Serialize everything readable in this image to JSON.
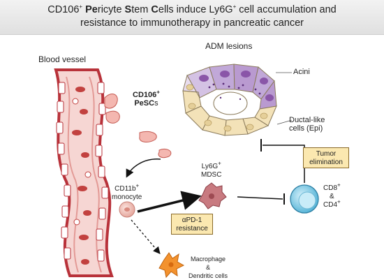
{
  "title": {
    "line1_parts": [
      "CD106",
      "+",
      " ",
      "Pe",
      "ricyte ",
      "S",
      "tem ",
      "C",
      "ells induce Ly6G",
      "+",
      " cell accumulation and"
    ],
    "line2": "resistance to immunotherapy in pancreatic cancer"
  },
  "labels": {
    "blood_vessel": "Blood vessel",
    "adm_lesions": "ADM lesions",
    "acini": "Acini",
    "ductal_like_1": "Ductal-like",
    "ductal_like_2": "cells (Epi)",
    "pescs_1": "CD106",
    "pescs_1_sup": "+",
    "pescs_2": "PeSC",
    "pescs_2_s": "s",
    "cd11b_1": "CD11b",
    "cd11b_sup": "+",
    "cd11b_2": "monocyte",
    "ly6g_1": "Ly6G",
    "ly6g_sup": "+",
    "ly6g_2": "MDSC",
    "cd8": "CD8",
    "cd8_sup": "+",
    "amp": "&",
    "cd4": "CD4",
    "cd4_sup": "+",
    "macrophage_1": "Macrophage",
    "macrophage_2": "&",
    "macrophage_3": "Dendritic cells"
  },
  "boxes": {
    "tumor_elimination_1": "Tumor",
    "tumor_elimination_2": "elimination",
    "apd1_1": "αPD-1",
    "apd1_2": "resistance"
  },
  "colors": {
    "vessel": "#b8323a",
    "acini": "#b99ad0",
    "duct": "#f3e2b8",
    "box": "#fbe8b0",
    "tcell": "#7ec8e3"
  }
}
